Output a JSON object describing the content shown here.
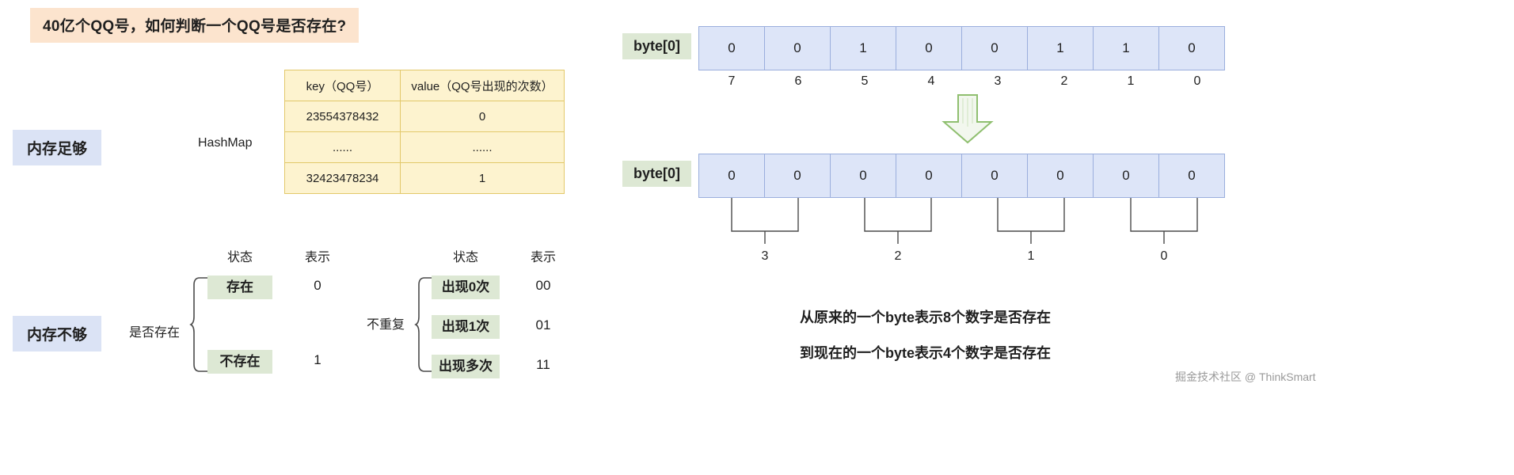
{
  "title": "40亿个QQ号，如何判断一个QQ号是否存在?",
  "left": {
    "memory_enough_label": "内存足够",
    "memory_not_enough_label": "内存不够",
    "hashmap_label": "HashMap",
    "hashmap_table": {
      "headers": [
        "key（QQ号）",
        "value（QQ号出现的次数）"
      ],
      "rows": [
        [
          "23554378432",
          "0"
        ],
        [
          "......",
          "......"
        ],
        [
          "32423478234",
          "1"
        ]
      ]
    },
    "group_a": {
      "brace_label": "是否存在",
      "col_headers": [
        "状态",
        "表示"
      ],
      "rows": [
        {
          "state": "存在",
          "value": "0"
        },
        {
          "state": "不存在",
          "value": "1"
        }
      ]
    },
    "group_b": {
      "brace_label": "不重复",
      "col_headers": [
        "状态",
        "表示"
      ],
      "rows": [
        {
          "state": "出现0次",
          "value": "00"
        },
        {
          "state": "出现1次",
          "value": "01"
        },
        {
          "state": "出现多次",
          "value": "11"
        }
      ]
    }
  },
  "right": {
    "top_array": {
      "label": "byte[0]",
      "bits": [
        "0",
        "0",
        "1",
        "0",
        "0",
        "1",
        "1",
        "0"
      ],
      "indices": [
        "7",
        "6",
        "5",
        "4",
        "3",
        "2",
        "1",
        "0"
      ]
    },
    "bottom_array": {
      "label": "byte[0]",
      "bits": [
        "0",
        "0",
        "0",
        "0",
        "0",
        "0",
        "0",
        "0"
      ],
      "indices": [
        "3",
        "2",
        "1",
        "0"
      ]
    },
    "notes": [
      "从原来的一个byte表示8个数字是否存在",
      "到现在的一个byte表示4个数字是否存在"
    ]
  },
  "watermark": "掘金技术社区 @ ThinkSmart",
  "colors": {
    "title_bg": "#fce4ce",
    "pill_blue": "#dbe3f5",
    "pill_green": "#dde8d4",
    "table_bg": "#fdf3cf",
    "table_border": "#e2c86a",
    "byte_bg": "#dde5f8",
    "byte_border": "#9aaedd",
    "arrow": "#8fbf6f"
  }
}
